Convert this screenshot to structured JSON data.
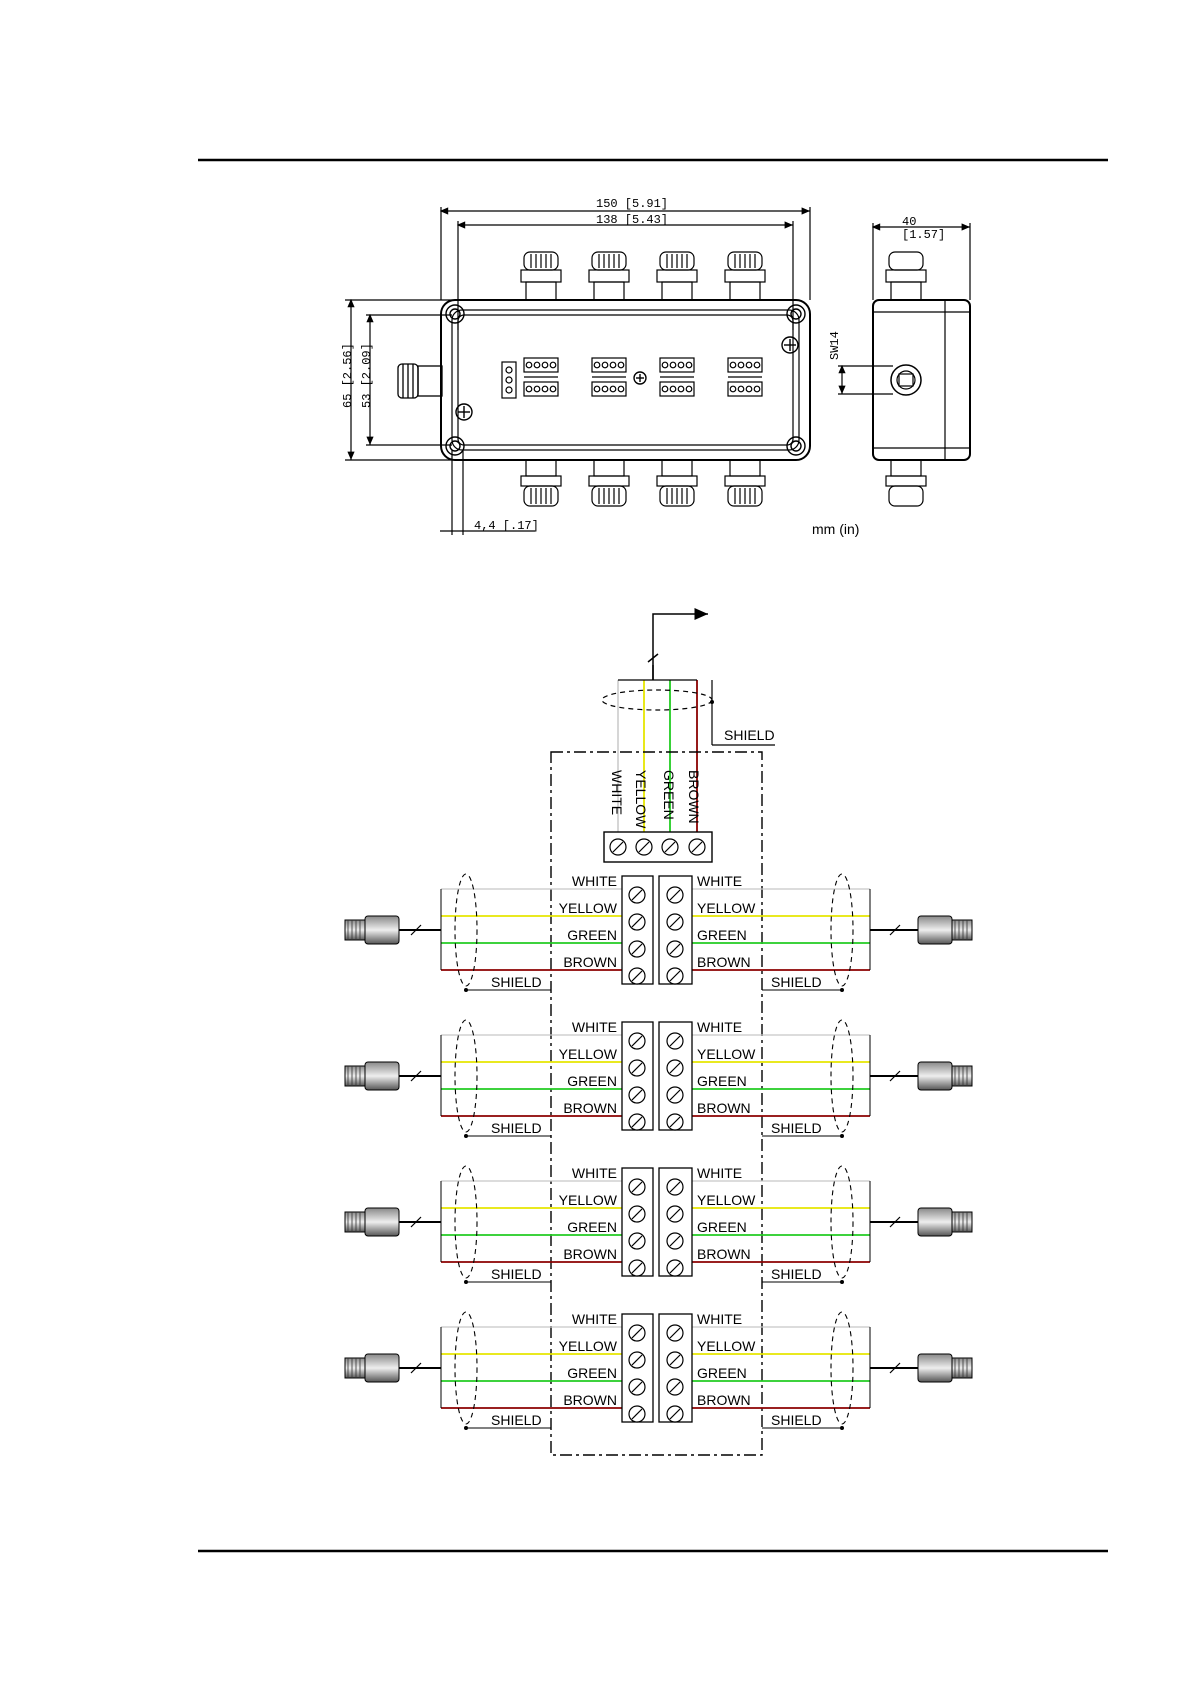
{
  "dimensions": {
    "overall_width": "150 [5.91]",
    "inner_width": "138 [5.43]",
    "overall_height": "65 [2.56]",
    "inner_height": "53 [2.09]",
    "hole_offset": "4,4 [.17]",
    "depth": "40",
    "depth_in": "[1.57]",
    "wrench": "SW14",
    "units": "mm (in)"
  },
  "wiring": {
    "main_cable": {
      "shield_label": "SHIELD",
      "wires": [
        {
          "label": "WHITE",
          "color": "#c8c8c8"
        },
        {
          "label": "YELLOW",
          "color": "#e6e600"
        },
        {
          "label": "GREEN",
          "color": "#22cc22"
        },
        {
          "label": "BROWN",
          "color": "#8b0000"
        }
      ]
    },
    "wire_labels": [
      "WHITE",
      "YELLOW",
      "GREEN",
      "BROWN"
    ],
    "wire_colors": [
      "#c8c8c8",
      "#e6e600",
      "#22cc22",
      "#8b0000"
    ],
    "shield_label": "SHIELD",
    "channel_count": 4
  }
}
